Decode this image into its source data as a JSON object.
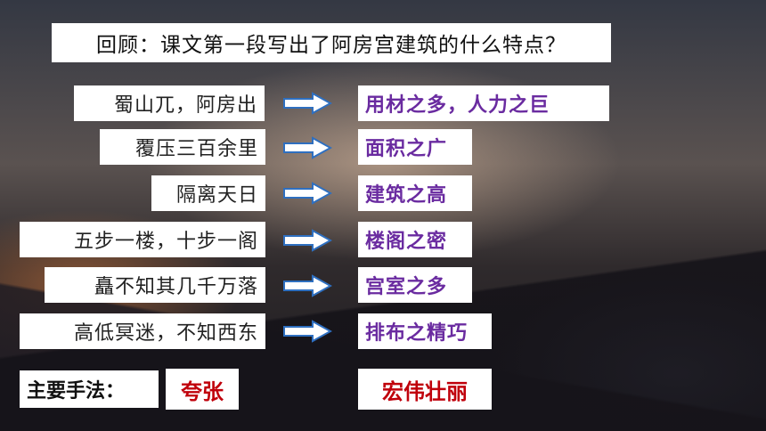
{
  "title": "回顾：课文第一段写出了阿房宫建筑的什么特点？",
  "rows": [
    {
      "left": "蜀山兀，阿房出",
      "right": "用材之多，人力之巨"
    },
    {
      "left": "覆压三百余里",
      "right": "面积之广"
    },
    {
      "left": "隔离天日",
      "right": "建筑之高"
    },
    {
      "left": "五步一楼，十步一阁",
      "right": "楼阁之密"
    },
    {
      "left": "矗不知其几千万落",
      "right": "宫室之多"
    },
    {
      "left": "高低冥迷，不知西东",
      "right": "排布之精巧"
    }
  ],
  "method": {
    "label": "主要手法：",
    "answer": "夸张"
  },
  "summary": "宏伟壮丽",
  "colors": {
    "accent_purple": "#6a2ba0",
    "accent_red": "#c0000b",
    "arrow_blue": "#2e6fc0"
  },
  "icons": {
    "arrow": "right-arrow-icon"
  }
}
